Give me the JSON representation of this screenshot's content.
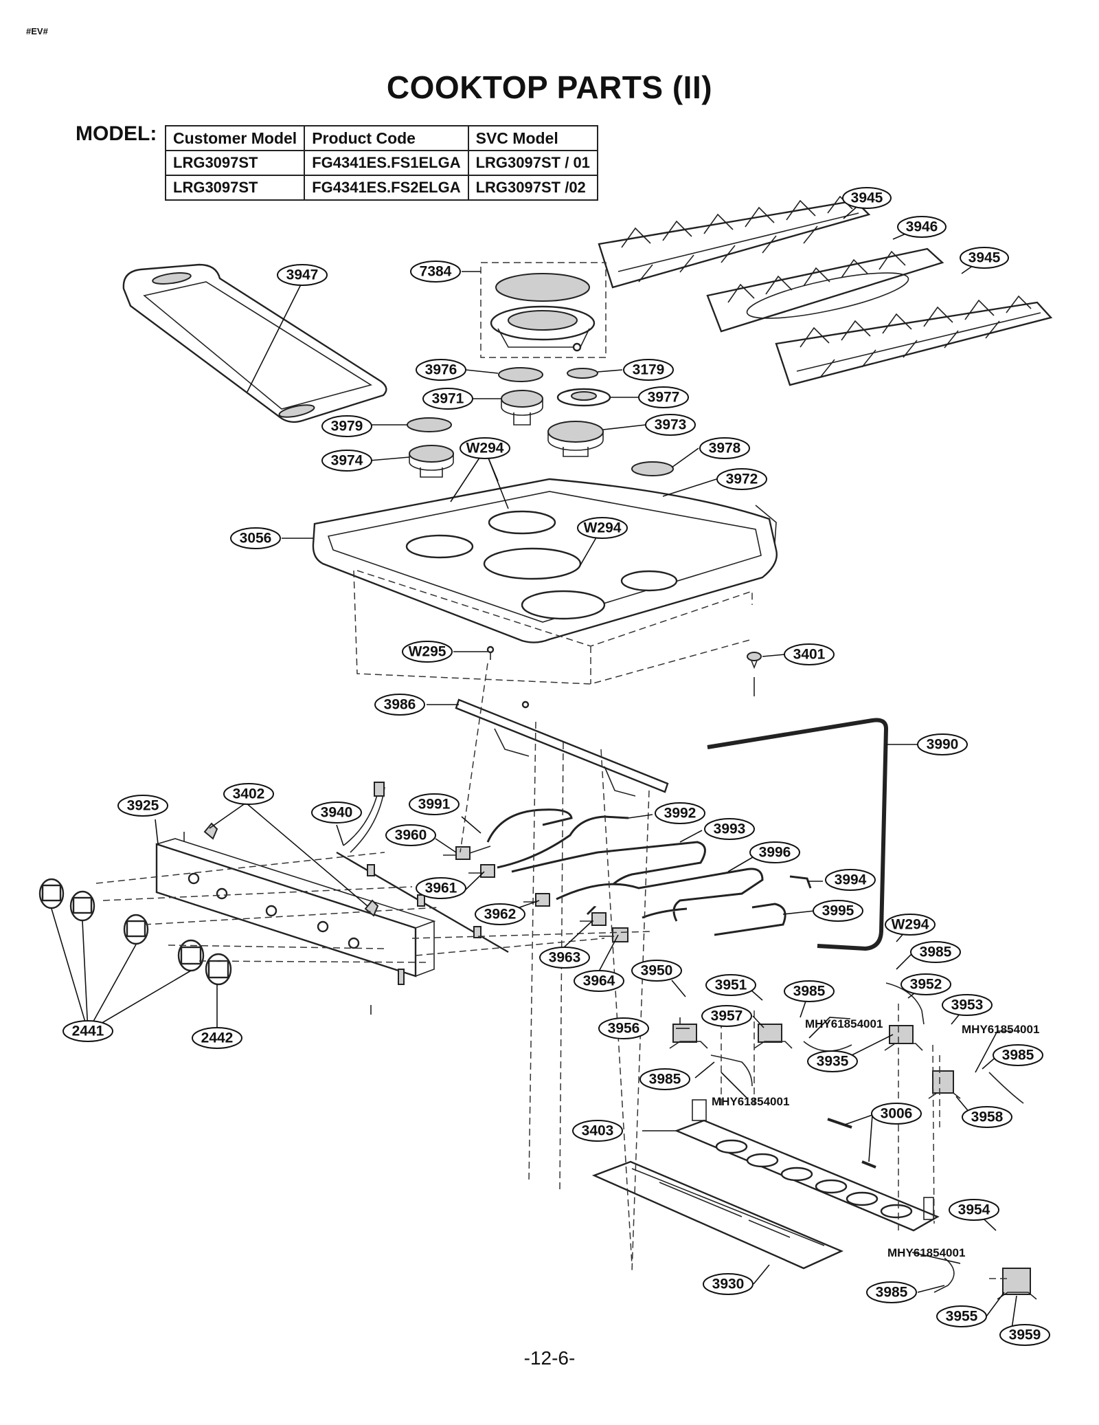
{
  "header": {
    "tag": "#EV#",
    "title": "COOKTOP PARTS (II)"
  },
  "model": {
    "label": "MODEL:",
    "columns": [
      "Customer Model",
      "Product Code",
      "SVC Model"
    ],
    "rows": [
      [
        "LRG3097ST",
        "FG4341ES.FS1ELGA",
        "LRG3097ST / 01"
      ],
      [
        "LRG3097ST",
        "FG4341ES.FS2ELGA",
        "LRG3097ST /02"
      ]
    ]
  },
  "callouts": {
    "p3945a": "3945",
    "p3946": "3946",
    "p3945b": "3945",
    "p3947": "3947",
    "p7384": "7384",
    "p3976": "3976",
    "p3179": "3179",
    "p3971": "3971",
    "p3977": "3977",
    "p3979": "3979",
    "p3973": "3973",
    "pW294a": "W294",
    "p3974": "3974",
    "p3978": "3978",
    "p3972": "3972",
    "pW294b": "W294",
    "p3056": "3056",
    "pW295": "W295",
    "p3401": "3401",
    "p3986": "3986",
    "p3990": "3990",
    "p3925": "3925",
    "p3402": "3402",
    "p3940": "3940",
    "p3991": "3991",
    "p3960": "3960",
    "p3992": "3992",
    "p3993": "3993",
    "p3996": "3996",
    "p3994": "3994",
    "p3961": "3961",
    "p3962": "3962",
    "p3995": "3995",
    "pW294c": "W294",
    "p3985a": "3985",
    "p3963": "3963",
    "p3964": "3964",
    "p3950": "3950",
    "p3951": "3951",
    "p3985b": "3985",
    "p3952": "3952",
    "p3953": "3953",
    "p3957": "3957",
    "p3956": "3956",
    "p3935": "3935",
    "p3985c": "3985",
    "p2441": "2441",
    "p2442": "2442",
    "p3985d": "3985",
    "p3958": "3958",
    "p3006": "3006",
    "p3403": "3403",
    "p3954": "3954",
    "p3930": "3930",
    "p3985e": "3985",
    "p3955": "3955",
    "p3959": "3959"
  },
  "part_numbers": {
    "mhy_a": "MHY61854001",
    "mhy_b": "MHY61854001",
    "mhy_c": "MHY61854001",
    "mhy_d": "MHY61854001"
  },
  "footer": {
    "page_number": "-12-6-"
  }
}
